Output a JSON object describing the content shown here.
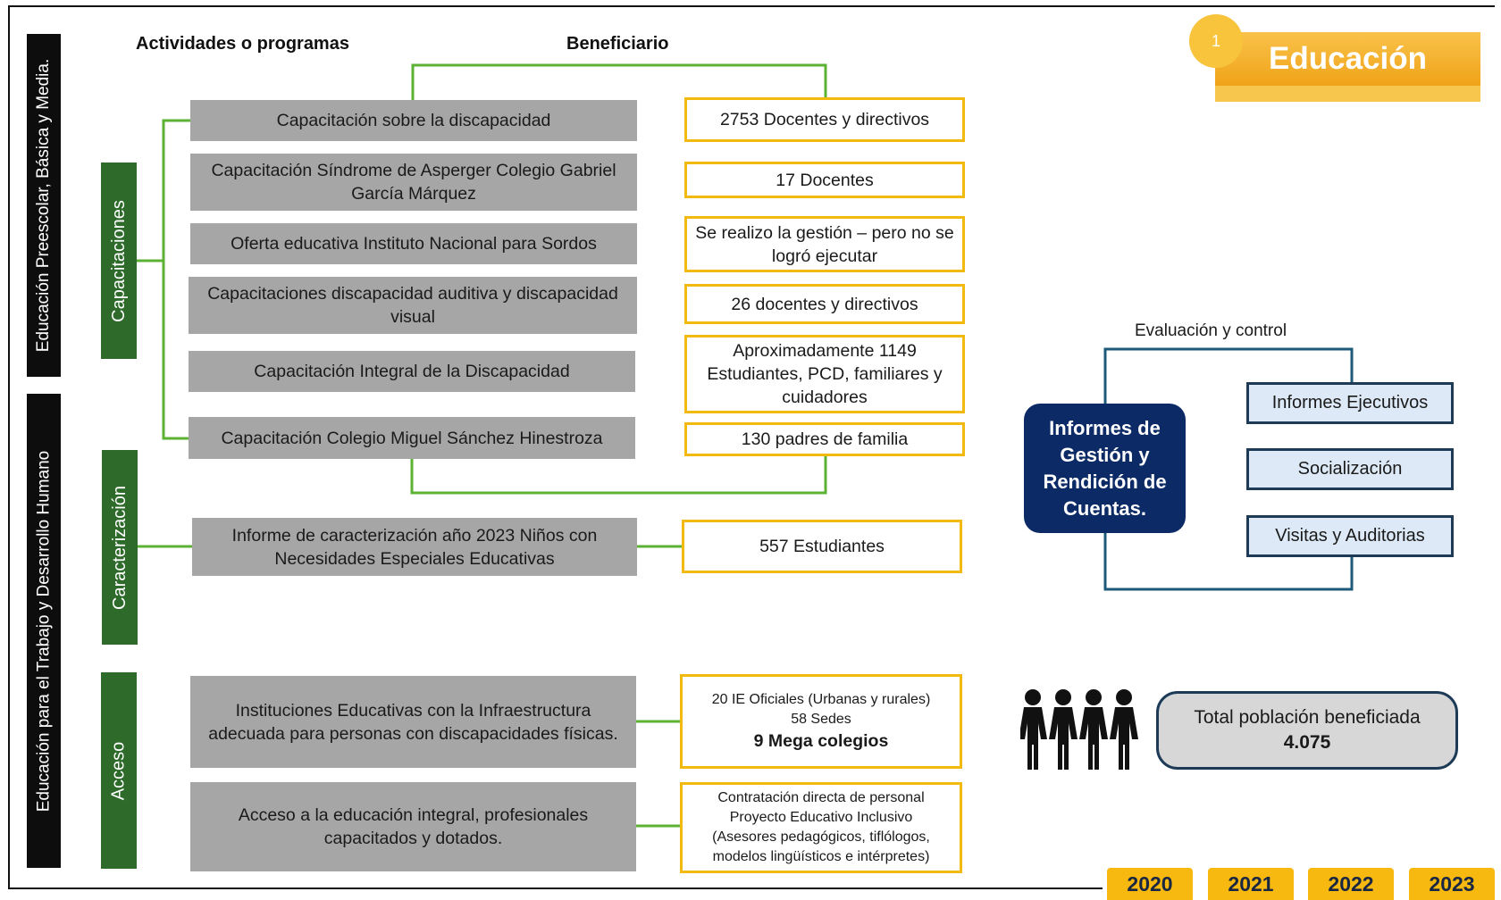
{
  "headers": {
    "activities": "Actividades o programas",
    "beneficiary": "Beneficiario"
  },
  "sections": {
    "section1": "Educación  Preescolar, Básica y Media.",
    "section2": "Educación para el Trabajo y Desarrollo Humano"
  },
  "categories": {
    "capacitaciones": "Capacitaciones",
    "caracterizacion": "Caracterización",
    "acceso": "Acceso"
  },
  "rows": [
    {
      "activity": "Capacitación sobre la discapacidad",
      "beneficiary": [
        "2753 Docentes y directivos"
      ]
    },
    {
      "activity": "Capacitación Síndrome de Asperger Colegio Gabriel García Márquez",
      "beneficiary": [
        "17 Docentes"
      ]
    },
    {
      "activity": "Oferta educativa Instituto Nacional para Sordos",
      "beneficiary": [
        "Se realizo la gestión – pero no se logró ejecutar"
      ]
    },
    {
      "activity": "Capacitaciones discapacidad auditiva y discapacidad visual",
      "beneficiary": [
        "26 docentes y directivos"
      ]
    },
    {
      "activity": "Capacitación Integral de la Discapacidad",
      "beneficiary": [
        "Aproximadamente 1149 Estudiantes, PCD, familiares y cuidadores"
      ]
    },
    {
      "activity": "Capacitación Colegio Miguel Sánchez Hinestroza",
      "beneficiary": [
        "130 padres de familia"
      ]
    },
    {
      "activity": "Informe de caracterización año 2023 Niños con Necesidades Especiales Educativas",
      "beneficiary": [
        "557 Estudiantes"
      ]
    },
    {
      "activity": "Instituciones Educativas con la Infraestructura adecuada para personas con discapacidades físicas.",
      "beneficiary": [
        "20 IE Oficiales (Urbanas y rurales)",
        "58 Sedes",
        "9 Mega colegios"
      ]
    },
    {
      "activity": "Acceso a la educación integral, profesionales capacitados y dotados.",
      "beneficiary": [
        "Contratación directa de personal",
        "Proyecto Educativo Inclusivo",
        "(Asesores pedagógicos, tiflólogos,",
        "modelos lingüísticos e intérpretes)"
      ]
    }
  ],
  "title": {
    "badge": "1",
    "text": "Educación"
  },
  "evaluation": {
    "label": "Evaluación y control",
    "main": "Informes de Gestión y Rendición de Cuentas.",
    "items": [
      "Informes Ejecutivos",
      "Socialización",
      "Visitas y Auditorias"
    ]
  },
  "people_icon": "people-group-icon",
  "total": {
    "label": "Total población beneficiada",
    "value": "4.075"
  },
  "years": [
    "2020",
    "2021",
    "2022",
    "2023"
  ],
  "colors": {
    "green": "#2e6b2b",
    "line_green": "#5bb233",
    "yellow": "#f2b90f",
    "navy": "#0b2a66",
    "gray": "#a6a6a6"
  }
}
